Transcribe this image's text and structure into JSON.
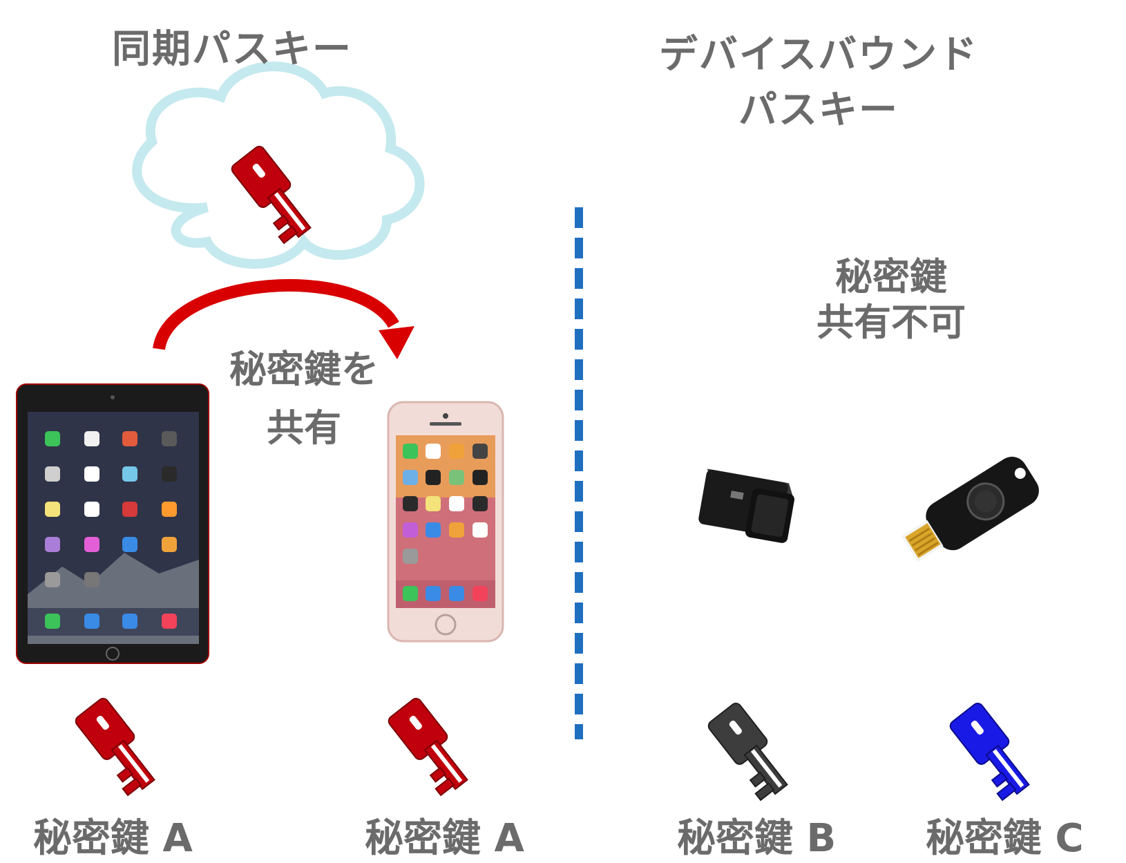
{
  "left": {
    "title": "同期パスキー",
    "share_label_1": "秘密鍵を",
    "share_label_2": "共有",
    "key_label_tablet": "秘密鍵 A",
    "key_label_phone": "秘密鍵 A"
  },
  "right": {
    "title_line1": "デバイスバウンド",
    "title_line2": "パスキー",
    "note_line1": "秘密鍵",
    "note_line2": "共有不可",
    "key_label_b": "秘密鍵 B",
    "key_label_c": "秘密鍵 C"
  },
  "colors": {
    "text": "#6b6b6b",
    "red_key": "#c0000c",
    "gray_key": "#3d3d3d",
    "blue_key": "#1a1ae6",
    "arrow": "#d80000",
    "divider": "#1f6fc0",
    "cloud_outline": "#bfe6ec"
  },
  "icons": [
    "cloud-icon",
    "red-key-icon",
    "gray-key-icon",
    "blue-key-icon",
    "tablet-icon",
    "phone-icon",
    "usb-fingerprint-dongle-icon",
    "usb-security-key-icon",
    "curved-arrow-icon"
  ]
}
